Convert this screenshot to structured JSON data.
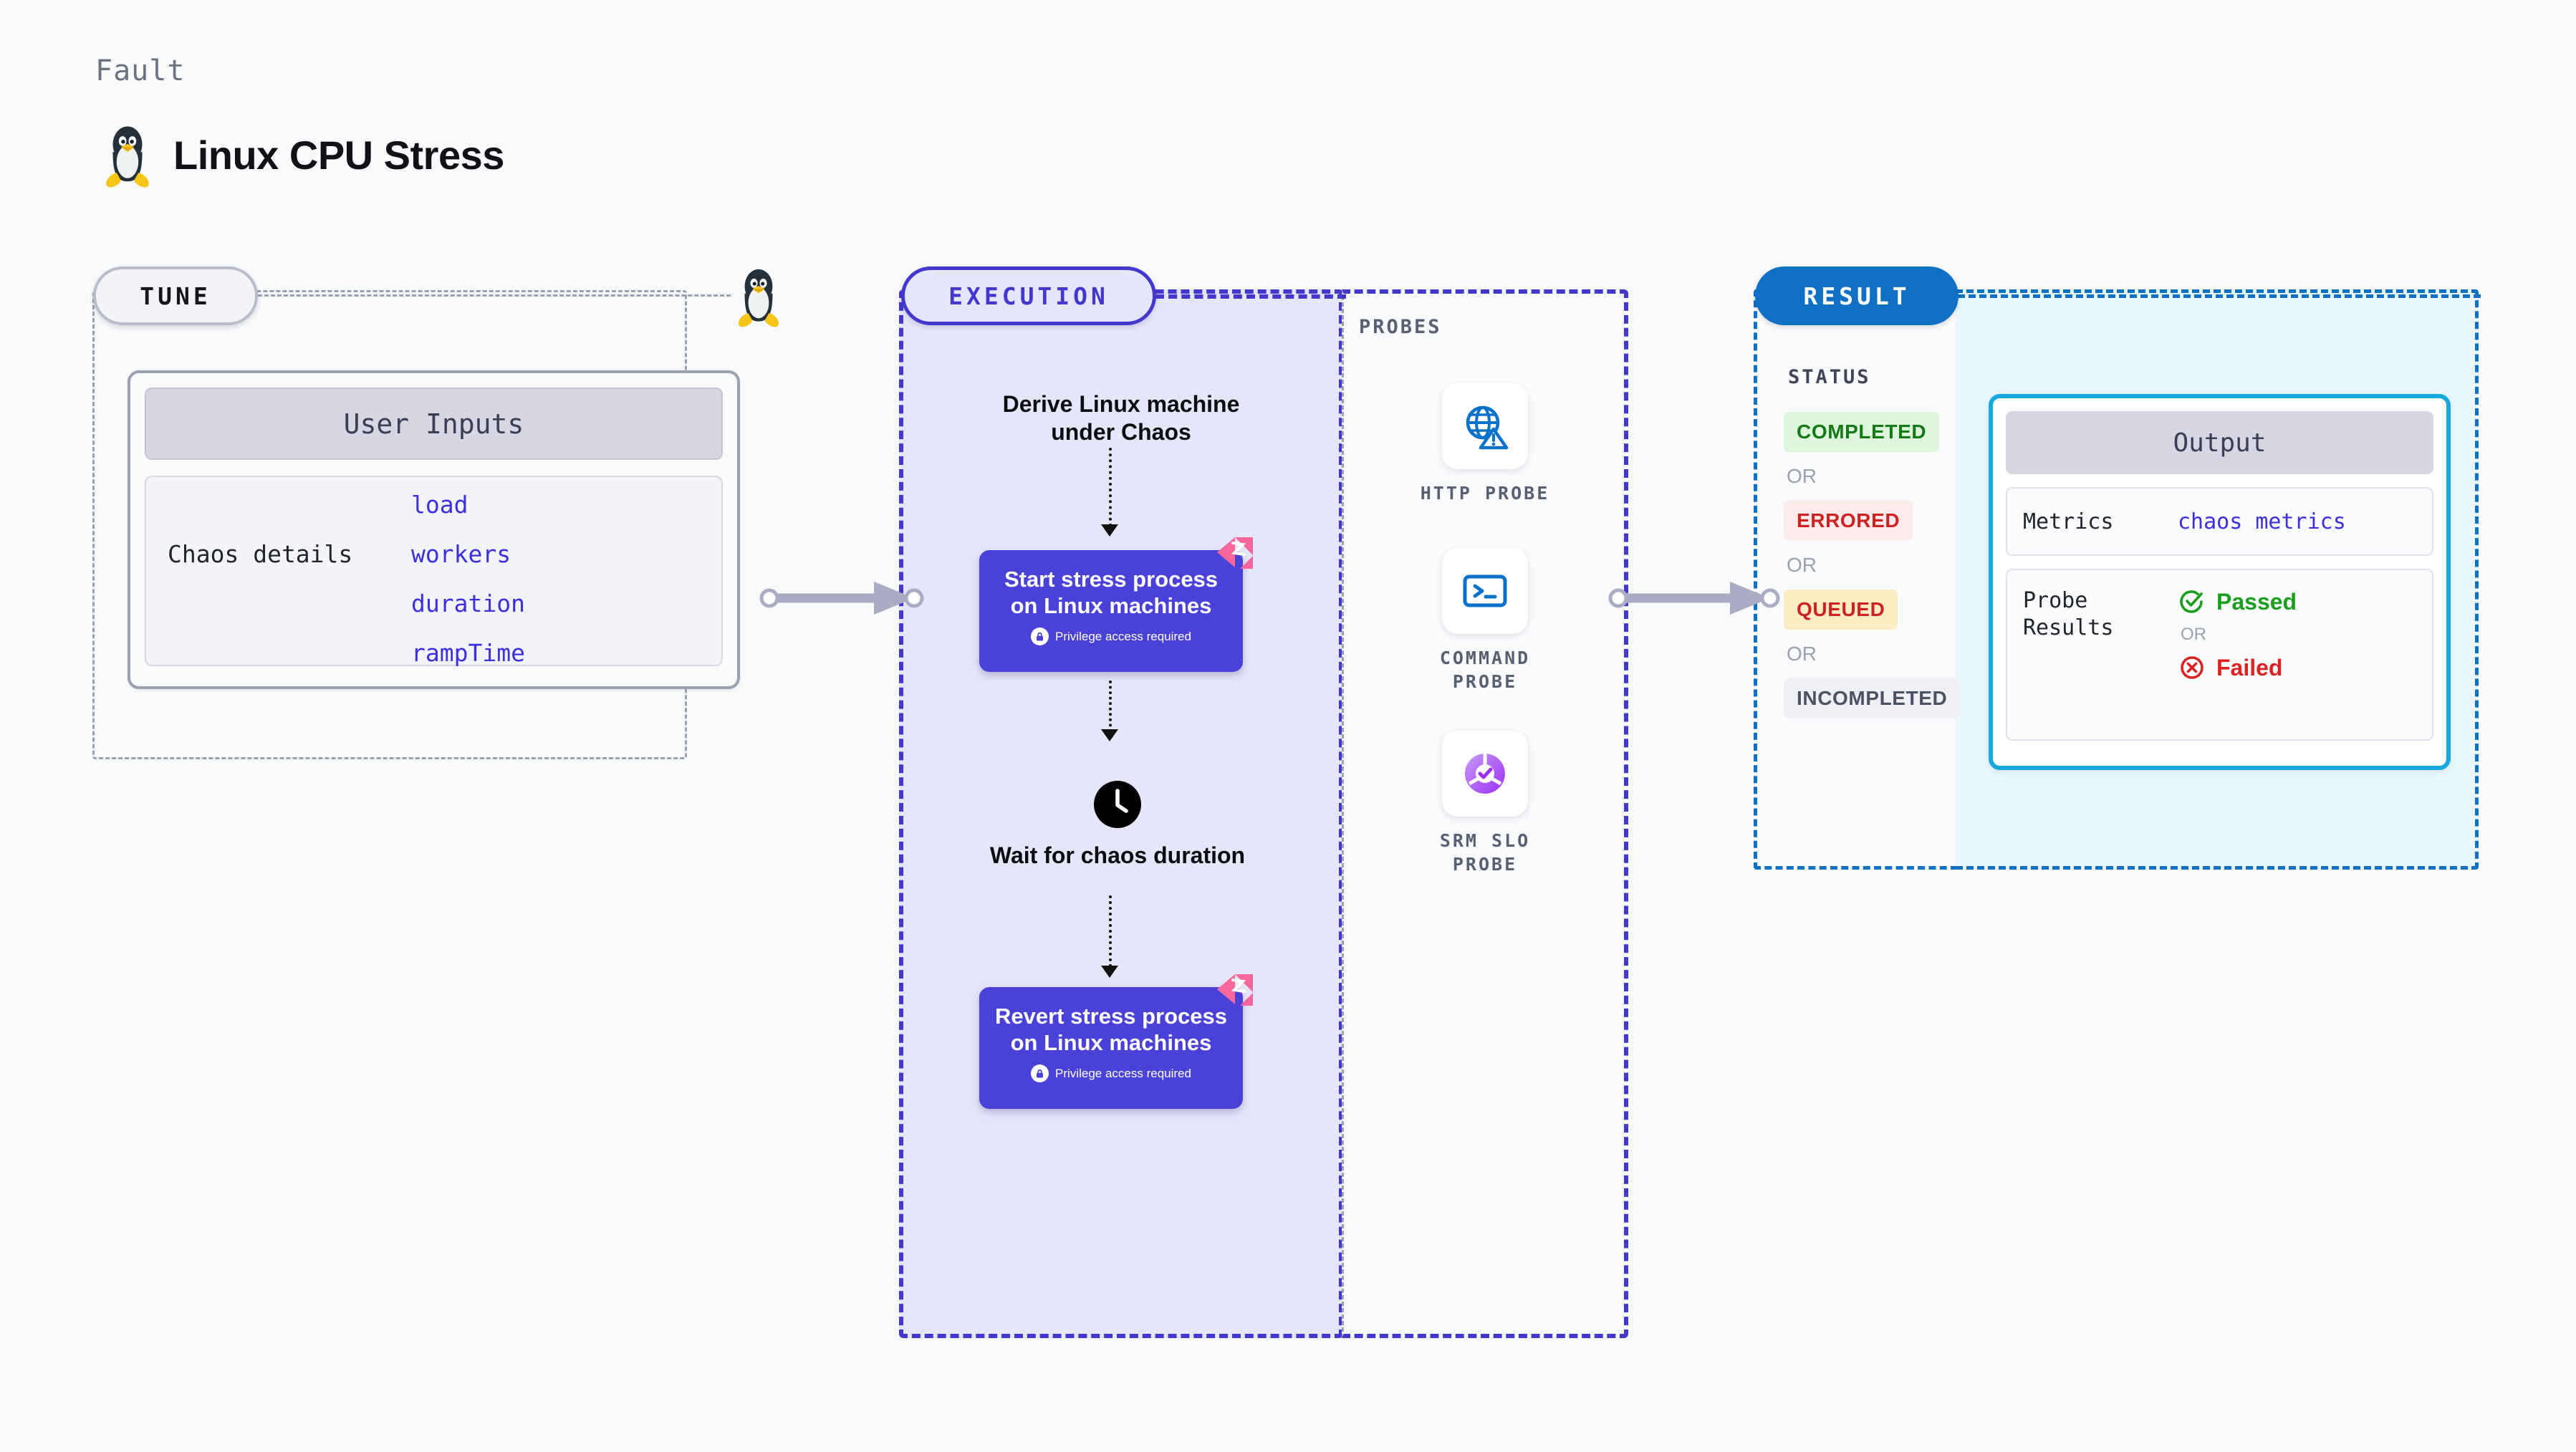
{
  "header": {
    "kicker": "Fault",
    "title": "Linux CPU Stress",
    "icon": "tux-penguin-icon"
  },
  "tune": {
    "pill_label": "TUNE",
    "penguin_icon": "tux-penguin-icon",
    "card": {
      "header": "User Inputs",
      "details_label": "Chaos details",
      "details_values": [
        "load",
        "workers",
        "duration",
        "rampTime"
      ]
    }
  },
  "execution": {
    "pill_label": "EXECUTION",
    "derive_node": "Derive Linux machine under Chaos",
    "start_task": {
      "title": "Start stress process on Linux machines",
      "privilege": "Privilege access required",
      "lock_icon": "lock-icon",
      "brand_icon": "litmus-logo-icon"
    },
    "wait_node": {
      "icon": "clock-icon",
      "label": "Wait for chaos duration"
    },
    "revert_task": {
      "title": "Revert stress process on Linux machines",
      "privilege": "Privilege access required",
      "lock_icon": "lock-icon",
      "brand_icon": "litmus-logo-icon"
    }
  },
  "probes": {
    "label": "PROBES",
    "items": [
      {
        "icon": "globe-warning-icon",
        "caption": "HTTP PROBE"
      },
      {
        "icon": "terminal-prompt-icon",
        "caption": "COMMAND PROBE"
      },
      {
        "icon": "slo-donut-check-icon",
        "caption": "SRM SLO PROBE"
      }
    ]
  },
  "result": {
    "pill_label": "RESULT",
    "status_label": "STATUS",
    "or_label": "OR",
    "statuses": [
      {
        "label": "COMPLETED",
        "style": "chip-completed"
      },
      {
        "label": "ERRORED",
        "style": "chip-errored"
      },
      {
        "label": "QUEUED",
        "style": "chip-queued"
      },
      {
        "label": "INCOMPLETED",
        "style": "chip-incomplete"
      }
    ],
    "output": {
      "header": "Output",
      "metrics_label": "Metrics",
      "metrics_value": "chaos metrics",
      "probe_results_label": "Probe Results",
      "passed_label": "Passed",
      "failed_label": "Failed",
      "or_label": "OR",
      "passed_icon": "check-circle-icon",
      "failed_icon": "x-circle-icon"
    }
  },
  "colors": {
    "background": "#f8fafc",
    "execution_accent": "#4338ce",
    "execution_fill": "#e6e6fb",
    "task_purple": "#4a42d8",
    "result_accent": "#1071c4",
    "result_fill": "#eaf8fd",
    "output_border": "#18a8e0",
    "tune_accent": "#9aa1b0",
    "code_blue": "#3b2fe0",
    "litmus_pink": "#f8679c",
    "passed_green": "#1b9e1b",
    "failed_red": "#dd2222"
  }
}
